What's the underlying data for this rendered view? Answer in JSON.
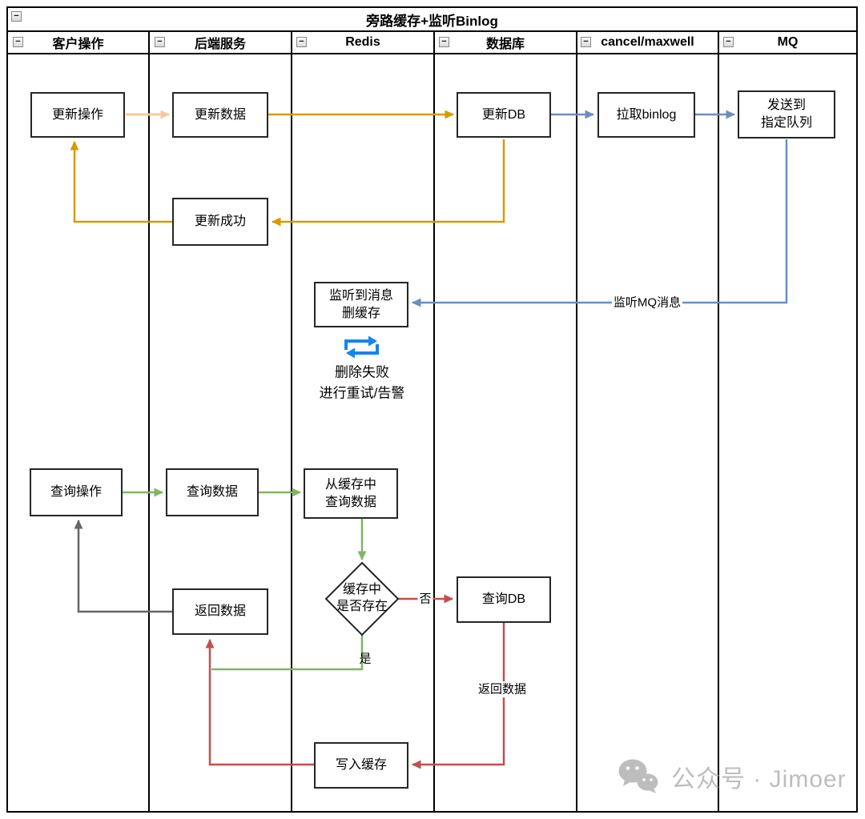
{
  "title": "旁路缓存+监听Binlog",
  "ui": {
    "collapse_glyph": "−"
  },
  "lanes": [
    {
      "label": "客户操作"
    },
    {
      "label": "后端服务"
    },
    {
      "label": "Redis"
    },
    {
      "label": "数据库"
    },
    {
      "label": "cancel/maxwell"
    },
    {
      "label": "MQ"
    }
  ],
  "nodes": {
    "update_op": {
      "label": "更新操作"
    },
    "update_data": {
      "label": "更新数据"
    },
    "update_db": {
      "label": "更新DB"
    },
    "pull_binlog": {
      "label": "拉取binlog"
    },
    "send_queue": {
      "label": "发送到\n指定队列"
    },
    "update_success": {
      "label": "更新成功"
    },
    "listen_delete": {
      "label": "监听到消息\n删缓存"
    },
    "query_op": {
      "label": "查询操作"
    },
    "query_data": {
      "label": "查询数据"
    },
    "query_cache": {
      "label": "从缓存中\n查询数据"
    },
    "cache_decision": {
      "label": "缓存中\n是否存在"
    },
    "query_db": {
      "label": "查询DB"
    },
    "return_data": {
      "label": "返回数据"
    },
    "write_cache": {
      "label": "写入缓存"
    }
  },
  "edge_labels": {
    "listen_mq": "监听MQ消息",
    "no": "否",
    "yes": "是",
    "return_data": "返回数据",
    "retry_note": "删除失败\n进行重试/告警"
  },
  "colors": {
    "peach": "#F8C99B",
    "orange": "#D79B00",
    "blue": "#6C8EBF",
    "bright_blue": "#1683F0",
    "green": "#82B366",
    "red": "#C0504B",
    "gray": "#666666",
    "watermark": "#BDBDBD"
  },
  "watermark": {
    "text": "公众号 · Jimoer"
  }
}
